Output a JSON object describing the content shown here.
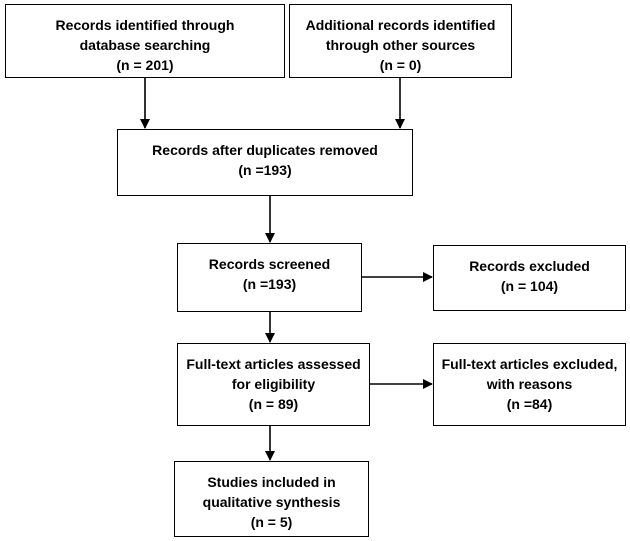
{
  "boxes": {
    "identified_db": {
      "lines": [
        "Records identified through",
        "database searching",
        "(n = 201)"
      ]
    },
    "identified_other": {
      "lines": [
        "Additional records identified",
        "through other sources",
        "(n = 0)"
      ]
    },
    "after_duplicates": {
      "lines": [
        "Records after duplicates removed",
        "(n =193)"
      ]
    },
    "screened": {
      "lines": [
        "Records screened",
        "(n =193)"
      ]
    },
    "excluded": {
      "lines": [
        "Records excluded",
        "(n = 104)"
      ]
    },
    "fulltext_assessed": {
      "lines": [
        "Full-text articles assessed",
        "for eligibility",
        "(n = 89)"
      ]
    },
    "fulltext_excluded": {
      "lines": [
        "Full-text articles excluded,",
        "with reasons",
        "(n =84)"
      ]
    },
    "included": {
      "lines": [
        "Studies included in",
        "qualitative synthesis",
        "(n = 5)"
      ]
    }
  },
  "colors": {
    "stroke": "#000000",
    "background": "#ffffff"
  }
}
